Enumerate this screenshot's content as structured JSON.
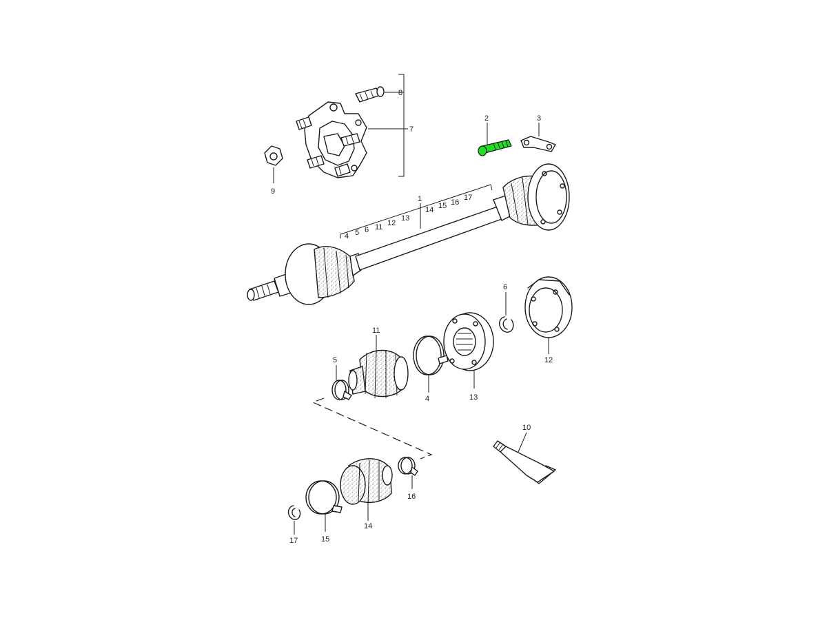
{
  "diagram": {
    "highlight_color": "#22dd22",
    "line_color": "#1a1a1a",
    "labels": {
      "p1": "1",
      "p2": "2",
      "p3": "3",
      "p4": "4",
      "p5": "5",
      "p6": "6",
      "p7": "7",
      "p8": "8",
      "p9": "9",
      "p10": "10",
      "p11": "11",
      "p12": "12",
      "p13": "13",
      "p14": "14",
      "p15": "15",
      "p16": "16",
      "p17": "17"
    },
    "assembly_group": {
      "g4": "4",
      "g5": "5",
      "g6": "6",
      "g11": "11",
      "g12": "12",
      "g13": "13",
      "g14": "14",
      "g15": "15",
      "g16": "16",
      "g17": "17"
    }
  }
}
